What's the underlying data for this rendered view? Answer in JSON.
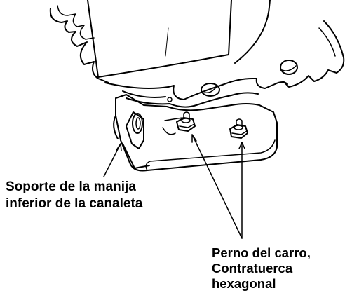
{
  "labels": {
    "bracket": {
      "line1": "Soporte de la manija",
      "line2": "inferior de la canaleta"
    },
    "bolt": {
      "line1": "Perno del carro,",
      "line2": "Contratuerca",
      "line3": "hexagonal"
    }
  },
  "colors": {
    "ink": "#000000",
    "paper": "#ffffff"
  }
}
